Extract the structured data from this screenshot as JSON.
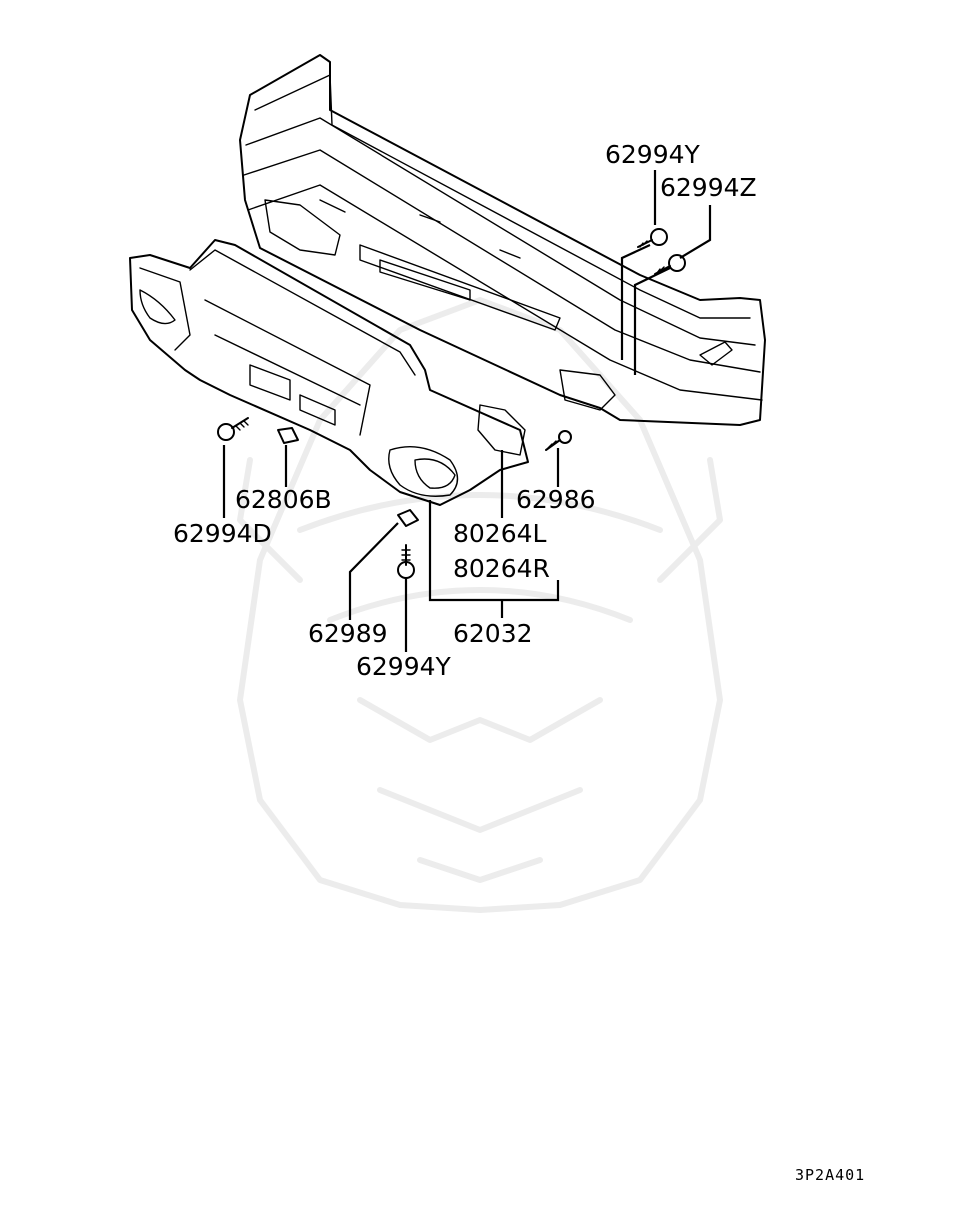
{
  "labels": [
    {
      "id": "62994Y_top",
      "text": "62994Y"
    },
    {
      "id": "62994Z",
      "text": "62994Z"
    },
    {
      "id": "62806B",
      "text": "62806B"
    },
    {
      "id": "62994D",
      "text": "62994D"
    },
    {
      "id": "62986",
      "text": "62986"
    },
    {
      "id": "80264L",
      "text": "80264L"
    },
    {
      "id": "80264R",
      "text": "80264R"
    },
    {
      "id": "62989",
      "text": "62989"
    },
    {
      "id": "62032",
      "text": "62032"
    },
    {
      "id": "62994Y_bottom",
      "text": "62994Y"
    }
  ],
  "diagram_code": "3P2A401",
  "watermark_icon": "samurai-helmet-watermark-icon"
}
